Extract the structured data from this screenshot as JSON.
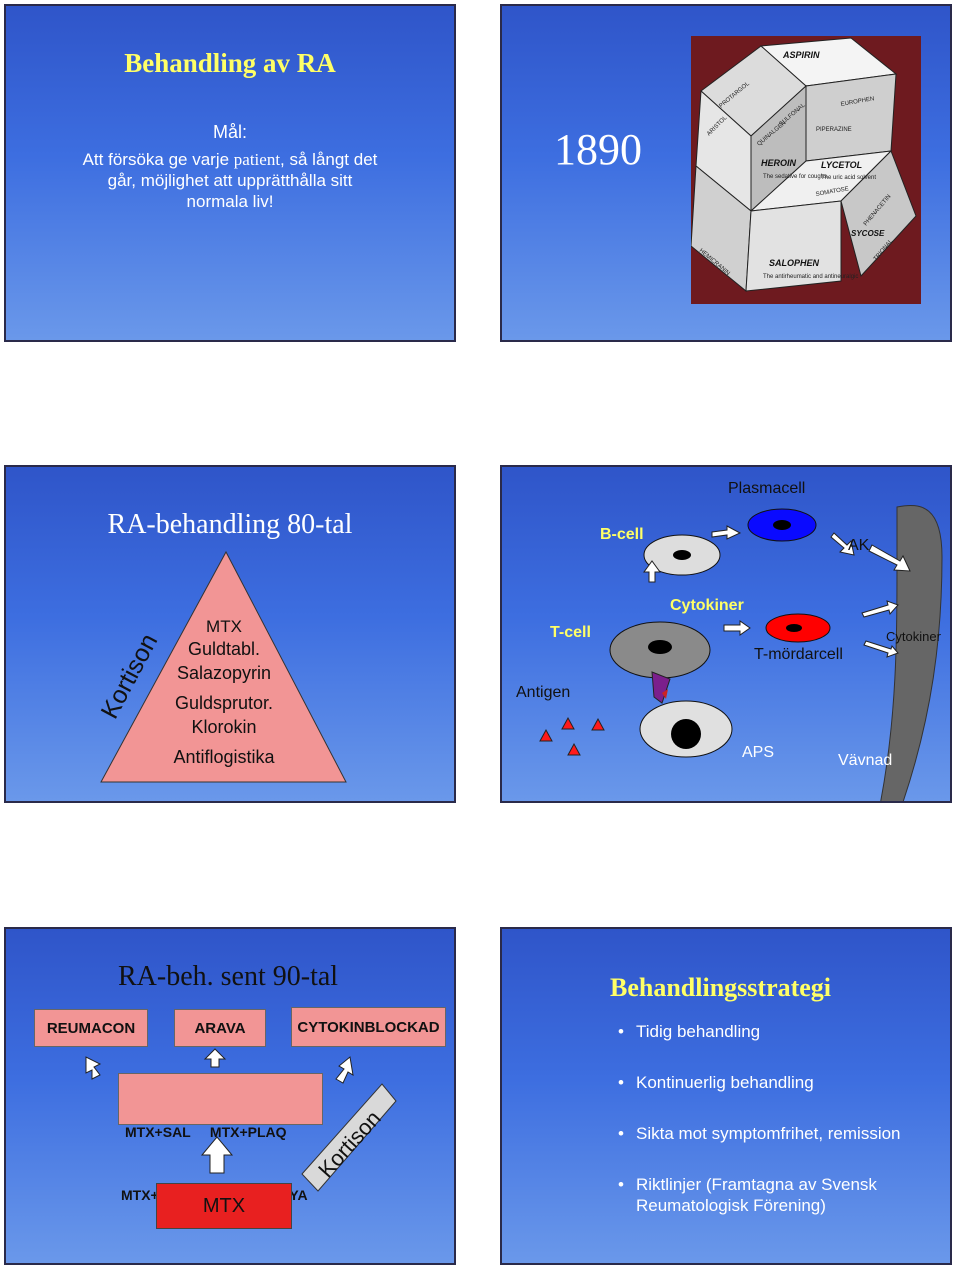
{
  "slide1": {
    "title": "Behandling av RA",
    "goal_heading": "Mål:",
    "goal_line1_prefix": "Att försöka ge varje ",
    "goal_line1_patient": "patient",
    "goal_line1_suffix": ", så långt det",
    "goal_line2": "går, möjlighet att upprätthålla sitt",
    "goal_line3": "normala liv!"
  },
  "slide2": {
    "year": "1890",
    "photo_labels": [
      "ASPIRIN",
      "HEROIN",
      "LYCETOL",
      "SALOPHEN",
      "SYCOSE",
      "PROTARGOL",
      "EUROPHEN",
      "ARISTOL",
      "SOMATOSE",
      "SULFONAL",
      "PIPERAZINE",
      "TRIONAL",
      "PHENACETIN",
      "HEMICRANIN",
      "QUINALGEN",
      "The sedative for coughs",
      "The uric acid solvent",
      "The antirheumatic and antineuralgic"
    ]
  },
  "slide3": {
    "title": "RA-behandling 80-tal",
    "side_label": "Kortison",
    "items": [
      "MTX",
      "Guldtabl.",
      "Salazopyrin",
      "Guldsprutor.",
      "Klorokin",
      "Antiflogistika"
    ]
  },
  "slide4": {
    "plasmacell": "Plasmacell",
    "bcell": "B-cell",
    "ak": "AK",
    "cytokiner_top": "Cytokiner",
    "tcell": "T-cell",
    "cytokiner_right": "Cytokiner",
    "tmordarcell": "T-mördarcell",
    "antigen": "Antigen",
    "aps": "APS",
    "vavnad": "Vävnad"
  },
  "slide5": {
    "title": "RA-beh. sent 90-tal",
    "boxes": [
      "REUMACON",
      "ARAVA",
      "CYTOKINBLOCKAD"
    ],
    "combo_line1": "MTX+SAL     MTX+PLAQ",
    "combo_line2": "MTX+SAL+PLAQ  MTX+CYA",
    "kortison": "Kortison",
    "mtx": "MTX"
  },
  "slide6": {
    "title": "Behandlingsstrategi",
    "bullets": [
      "Tidig behandling",
      "Kontinuerlig behandling",
      "Sikta mot symptomfrihet, remission",
      "Riktlinjer (Framtagna av Svensk Reumatologisk Förening)"
    ]
  },
  "colors": {
    "title_yellow": "#ffff66",
    "pink_box": "#f29595",
    "red_box": "#e82020",
    "slide_blue": "#3d6ee0"
  }
}
